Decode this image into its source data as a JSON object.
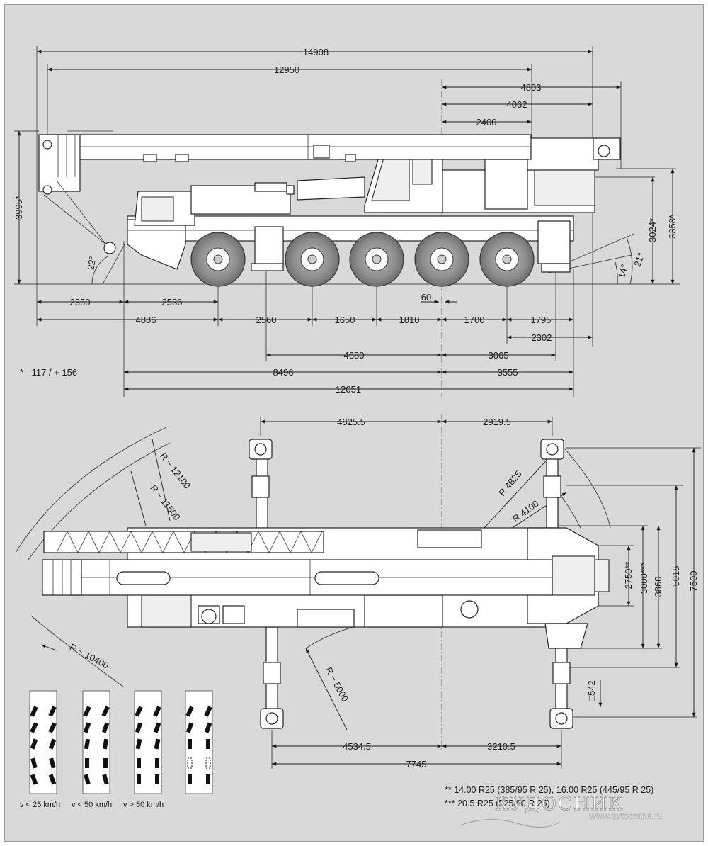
{
  "side_view": {
    "dimensions": {
      "overall_length": "14908",
      "boom_length": "12950",
      "rear_4803": "4803",
      "rear_4062": "4062",
      "rear_2400": "2400",
      "height_total": "3995*",
      "height_3024": "3024*",
      "height_3358": "3358*",
      "front_overhang": "2350",
      "front_2536": "2536",
      "front_4886": "4886",
      "axle_2560": "2560",
      "axle_1650": "1650",
      "axle_1810": "1810",
      "axle_1700": "1700",
      "axle_1795": "1795",
      "offset_60": "60",
      "rear_2302": "2302",
      "span_4680": "4680",
      "span_3065": "3065",
      "span_8496": "8496",
      "span_3555": "3555",
      "span_12051": "12051"
    },
    "angles": {
      "approach": "22°",
      "departure_21": "21°",
      "departure_14": "14°"
    },
    "footnote_star": "* - 117 / + 156"
  },
  "top_view": {
    "dimensions": {
      "outrigger_front": "4825.5",
      "outrigger_rear": "2919.5",
      "base_front": "4534.5",
      "base_rear": "3210.5",
      "base_total": "7745",
      "width_2750": "2750**",
      "width_3000": "3000***",
      "width_3860": "3860",
      "width_5015": "5015",
      "width_7500": "7500",
      "pad_542": "□542"
    },
    "radii": {
      "r_12100": "R ~ 12100",
      "r_11500": "R ~ 11500",
      "r_10400": "R ~ 10400",
      "r_5000": "R ~ 5000",
      "r_4825": "R 4825",
      "r_4100": "R 4100"
    }
  },
  "steering_modes": {
    "labels": [
      "v < 25 km/h",
      "v < 50 km/h",
      "v > 50 km/h"
    ]
  },
  "tire_notes": {
    "note_2star": "**   14.00 R25 (385/95 R 25), 16.00 R25 (445/95 R 25)",
    "note_3star": "*** 20.5 R25 (525/80 R 25)"
  },
  "watermark": {
    "brand": "КУДОСНИК",
    "site": "www.avtocrane.ru"
  },
  "colors": {
    "panel_background": "#d9d9d9",
    "line": "#1a1a1a",
    "tire": "#8a8a8a"
  }
}
